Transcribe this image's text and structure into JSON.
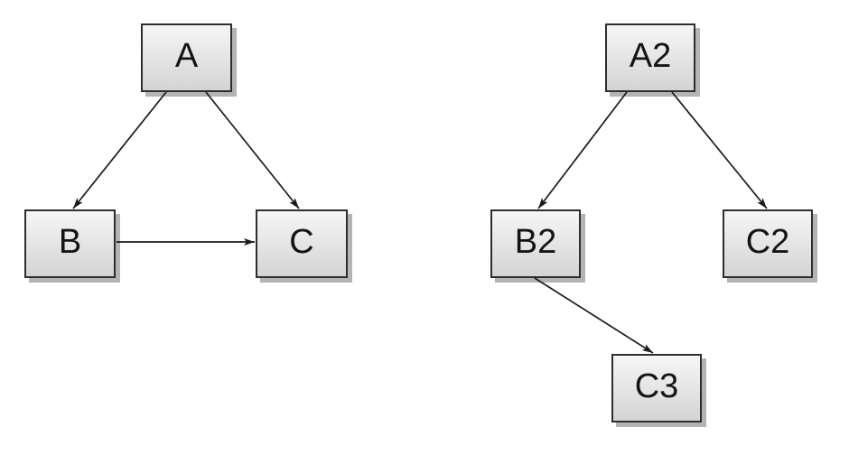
{
  "colors": {
    "canvas_background": "#ffffff",
    "node_fill_top": "#f6f6f6",
    "node_fill_bottom": "#d4d4d4",
    "node_border": "#2e2e2e",
    "node_shadow": "#b4b4b4",
    "edge_color": "#1a1a1a",
    "text_color": "#141414"
  },
  "diagrams": [
    {
      "name": "left-graph",
      "nodes": [
        {
          "id": "A",
          "label": "A"
        },
        {
          "id": "B",
          "label": "B"
        },
        {
          "id": "C",
          "label": "C"
        }
      ],
      "edges": [
        {
          "from": "A",
          "to": "B"
        },
        {
          "from": "A",
          "to": "C"
        },
        {
          "from": "B",
          "to": "C"
        }
      ]
    },
    {
      "name": "right-graph",
      "nodes": [
        {
          "id": "A2",
          "label": "A2"
        },
        {
          "id": "B2",
          "label": "B2"
        },
        {
          "id": "C2",
          "label": "C2"
        },
        {
          "id": "C3",
          "label": "C3"
        }
      ],
      "edges": [
        {
          "from": "A2",
          "to": "B2"
        },
        {
          "from": "A2",
          "to": "C2"
        },
        {
          "from": "B2",
          "to": "C3"
        }
      ]
    }
  ]
}
